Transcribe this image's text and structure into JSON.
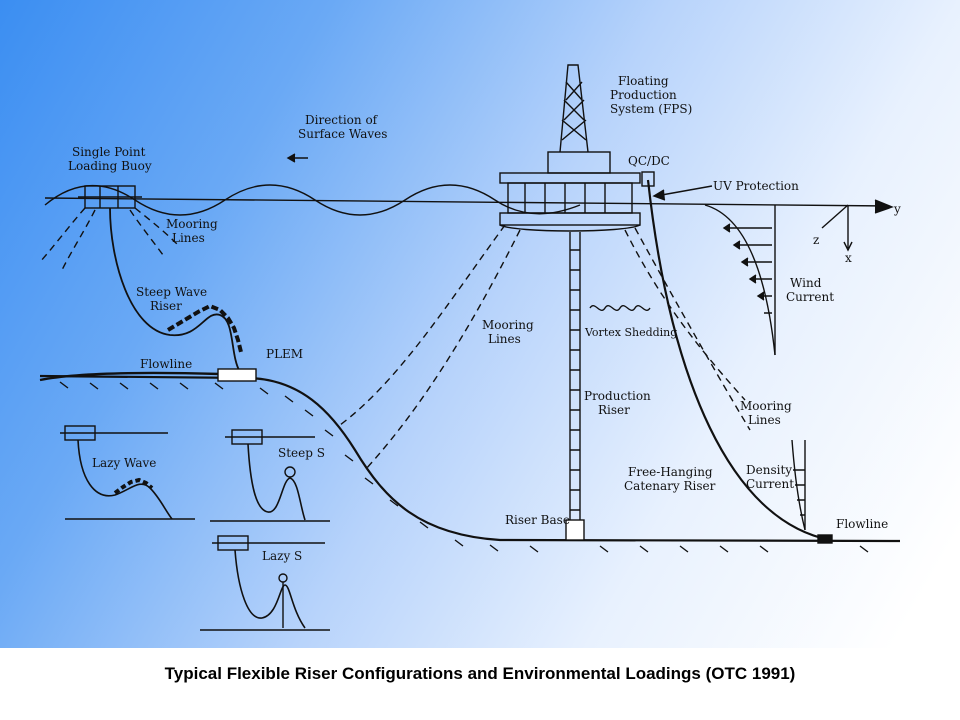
{
  "labels": {
    "single_point_loading_buoy": [
      "Single Point",
      "Loading Buoy"
    ],
    "direction_of_surface_waves": [
      "Direction of",
      "Surface Waves"
    ],
    "floating_production_system": [
      "Floating",
      "Production",
      "System (FPS)"
    ],
    "qc_dc": "QC/DC",
    "uv_protection": "UV Protection",
    "axis_y": "y",
    "axis_z": "z",
    "axis_x": "x",
    "mooring_lines_buoy": [
      "Mooring",
      "Lines"
    ],
    "wind_current": [
      "Wind",
      "Current"
    ],
    "steep_wave_riser": [
      "Steep Wave",
      "Riser"
    ],
    "mooring_lines_left": [
      "Mooring",
      "Lines"
    ],
    "vortex_shedding": "Vortex Shedding",
    "flowline_left": "Flowline",
    "plem": "PLEM",
    "production_riser": [
      "Production",
      "Riser"
    ],
    "mooring_lines_right": [
      "Mooring",
      "Lines"
    ],
    "density_current": [
      "Density",
      "Current"
    ],
    "lazy_wave": "Lazy Wave",
    "steep_s": "Steep S",
    "free_hanging_catenary_riser": [
      "Free-Hanging",
      "Catenary Riser"
    ],
    "riser_base": "Riser Base",
    "flowline_right": "Flowline",
    "lazy_s": "Lazy S"
  },
  "caption": "Typical Flexible Riser Configurations and Environmental Loadings (OTC 1991)",
  "colors": {
    "background_left": "#3b8ef2",
    "background_right": "#ffffff",
    "ink": "#111111"
  }
}
